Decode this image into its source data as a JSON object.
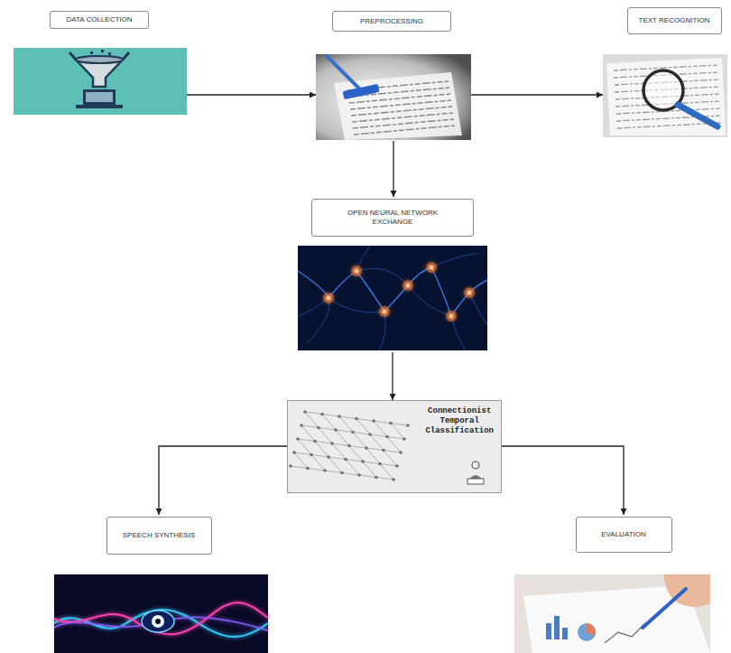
{
  "diagram": {
    "nodes": [
      {
        "text": [
          "DATA COLLECTION"
        ]
      },
      {
        "text": [
          "PREPROCESSING"
        ]
      },
      {
        "text": [
          "TEXT RECOGNITION"
        ]
      },
      {
        "text": [
          "OPEN NEURAL NETWORK EXCHANGE"
        ]
      },
      {
        "text": [
          "Connectionist Temporal Classification"
        ]
      },
      {
        "text": [
          "SPEECH SYNTHESIS"
        ]
      },
      {
        "text": [
          "EVALUATION"
        ]
      }
    ],
    "edges": [
      {
        "from": 0,
        "to": 1,
        "arrow": "to"
      },
      {
        "from": 1,
        "to": 2,
        "arrow": "to"
      },
      {
        "from": 1,
        "to": 3,
        "arrow": "to"
      },
      {
        "from": 3,
        "to": 4,
        "arrow": "to"
      },
      {
        "from": 4,
        "to": 5,
        "arrow": "to"
      },
      {
        "from": 4,
        "to": 6,
        "arrow": "to"
      }
    ]
  }
}
